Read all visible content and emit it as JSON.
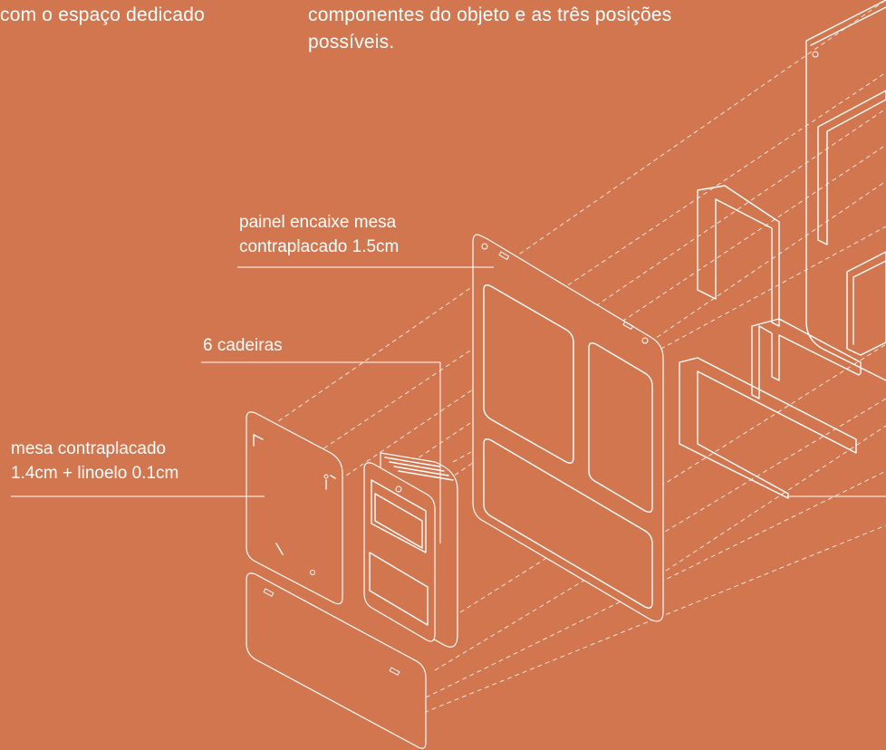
{
  "captions": {
    "left_line2": "com o espaço dedicado",
    "right_line1": "componentes do objeto e as três posições",
    "right_line2": "possíveis."
  },
  "labels": {
    "painel_line1": "painel encaixe mesa",
    "painel_line2": "contraplacado 1.5cm",
    "cadeiras": "6 cadeiras",
    "mesa_line1": "mesa contraplacado",
    "mesa_line2": "1.4cm + linoelo 0.1cm"
  },
  "colors": {
    "background": "#d2764f",
    "line": "#ffffff"
  }
}
